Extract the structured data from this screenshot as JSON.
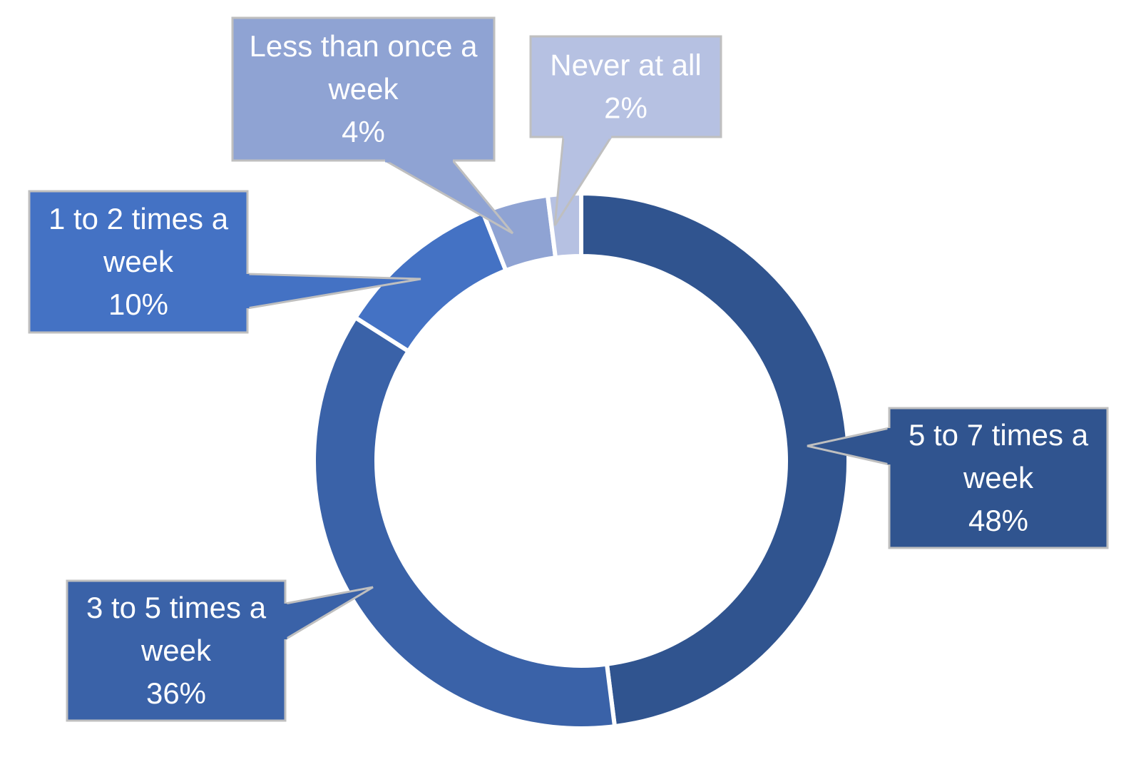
{
  "chart_data": {
    "type": "pie",
    "variant": "donut",
    "title": "",
    "legend": "none",
    "slices": [
      {
        "label_lines": [
          "5 to 7 times a",
          "week"
        ],
        "value": 48,
        "value_label": "48%",
        "color": "#30548F"
      },
      {
        "label_lines": [
          "3 to 5 times a",
          "week"
        ],
        "value": 36,
        "value_label": "36%",
        "color": "#3A62A8"
      },
      {
        "label_lines": [
          "1 to 2 times a",
          "week"
        ],
        "value": 10,
        "value_label": "10%",
        "color": "#4472C4"
      },
      {
        "label_lines": [
          "Less than once a",
          "week"
        ],
        "value": 4,
        "value_label": "4%",
        "color": "#8FA3D3"
      },
      {
        "label_lines": [
          "Never at all"
        ],
        "value": 2,
        "value_label": "2%",
        "color": "#B6C1E2"
      }
    ]
  }
}
